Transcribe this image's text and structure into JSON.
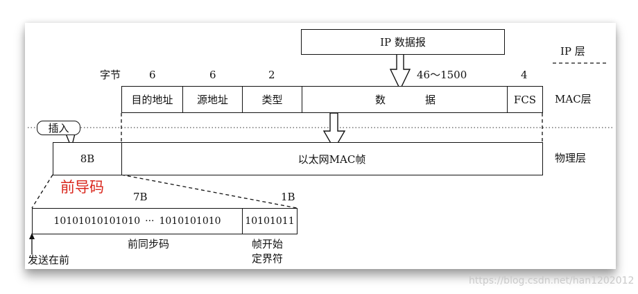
{
  "ip_datagram": "IP 数据报",
  "layers": {
    "ip": "IP 层",
    "mac": "MAC层",
    "physical": "物理层"
  },
  "byte_row": {
    "label": "字节",
    "dest": "6",
    "src": "6",
    "type": "2",
    "data": "46～1500",
    "fcs": "4"
  },
  "mac_frame": {
    "dest": "目的地址",
    "src": "源地址",
    "type": "类型",
    "data_1": "数",
    "data_2": "据",
    "fcs": "FCS"
  },
  "insert_label": "插入",
  "physical_frame": {
    "preamble_len": "8B",
    "frame": "以太网MAC帧"
  },
  "preamble_title": "前导码",
  "preamble": {
    "len_sync": "7B",
    "len_sfd": "1B",
    "bits_a": "10101010101010",
    "ellipsis": "···",
    "bits_b": "1010101010",
    "sfd_bits": "10101011",
    "sync_label": "前同步码",
    "sfd_label_1": "帧开始",
    "sfd_label_2": "定界符",
    "send_first": "发送在前"
  },
  "watermark": "https://blog.csdn.net/han1202012"
}
